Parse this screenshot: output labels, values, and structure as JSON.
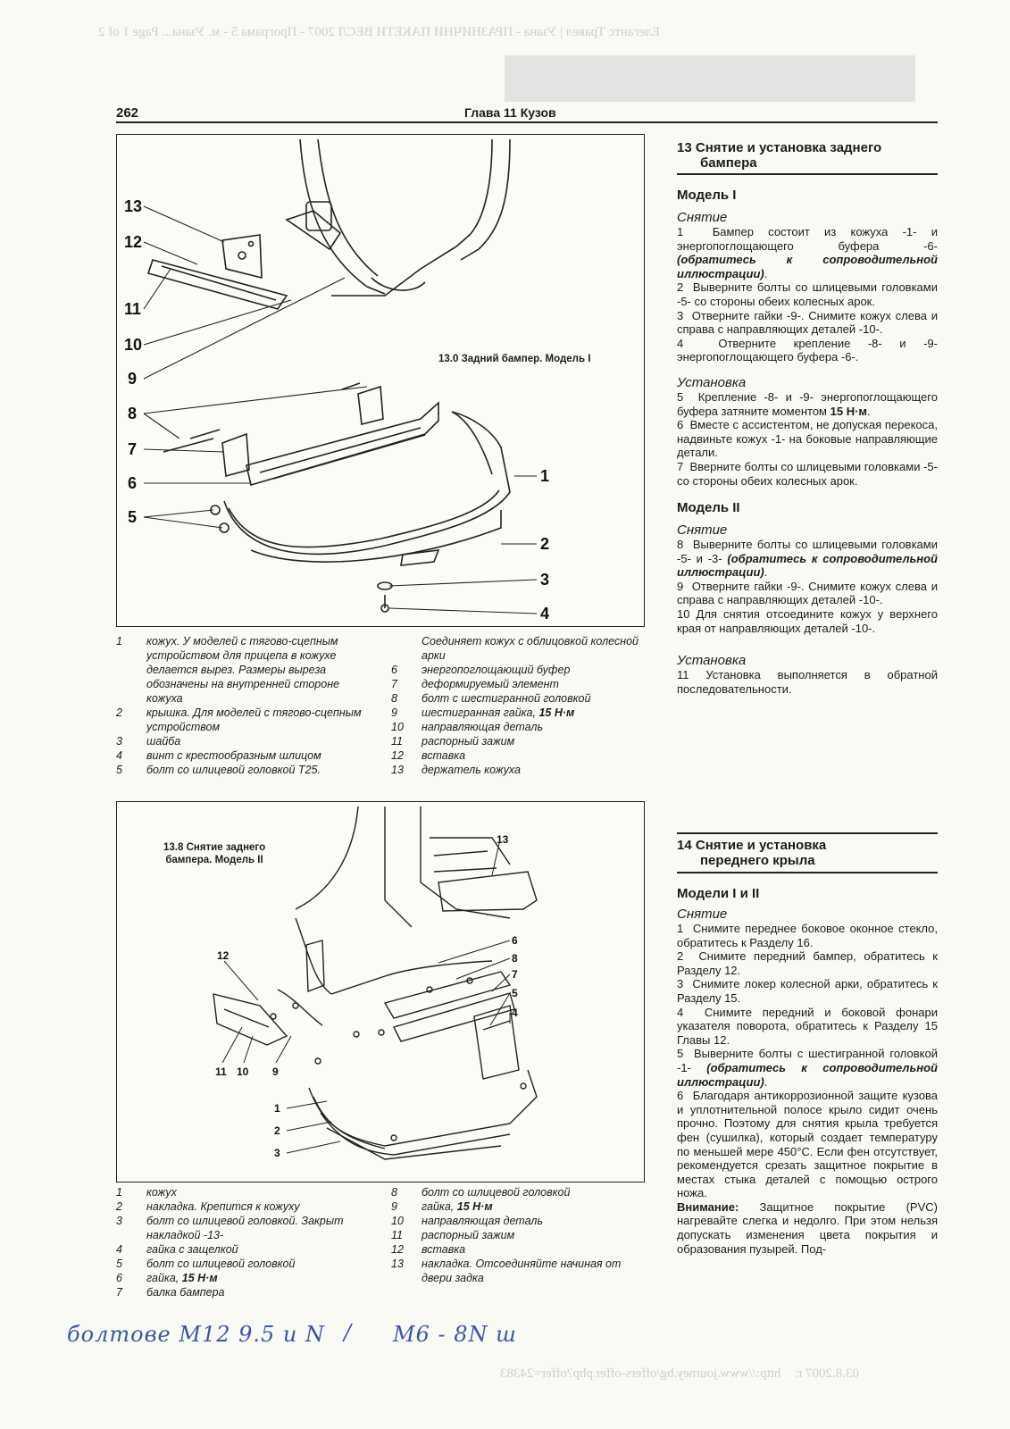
{
  "bleed": {
    "top_line": "Елегантс Травел | Узана - ПРАЗНИЧНИ ПАКЕТИ ВЕСЛ 2007 - Програма 5 - м. Узана... Page 1 of 2",
    "bottom_url": "http://www.journey.bg/offers-offer.php?offer=24383",
    "bottom_date": "03.8.2007 г."
  },
  "header": {
    "page_number": "262",
    "chapter": "Глава 11 Кузов"
  },
  "figure1": {
    "caption": "13.0 Задний бампер. Модель I",
    "callouts": [
      "13",
      "12",
      "11",
      "10",
      "9",
      "8",
      "7",
      "6",
      "5",
      "1",
      "2",
      "3",
      "4"
    ],
    "legend_left": [
      {
        "n": "1",
        "text": "кожух. У моделей с тягово-сцепным устройством для прицепа в кожухе делается вырез. Размеры выреза обозначены на внутренней стороне кожуха"
      },
      {
        "n": "2",
        "text": "крышка. Для моделей с тягово-сцепным устройством"
      },
      {
        "n": "3",
        "text": "шайба"
      },
      {
        "n": "4",
        "text": "винт с крестообразным шлицом"
      },
      {
        "n": "5",
        "text": "болт со шлицевой головкой T25."
      }
    ],
    "legend_right": [
      {
        "n": "",
        "text": "Соединяет кожух с облицовкой колесной арки"
      },
      {
        "n": "6",
        "text": "энергопоглощающий буфер"
      },
      {
        "n": "7",
        "text": "деформируемый элемент"
      },
      {
        "n": "8",
        "text": "болт с шестигранной головкой"
      },
      {
        "n": "9",
        "text": "шестигранная гайка,",
        "torque": "15 Н·м"
      },
      {
        "n": "10",
        "text": "направляющая деталь"
      },
      {
        "n": "11",
        "text": "распорный зажим"
      },
      {
        "n": "12",
        "text": "вставка"
      },
      {
        "n": "13",
        "text": "держатель кожуха"
      }
    ]
  },
  "figure2": {
    "caption_line1": "13.8 Снятие заднего",
    "caption_line2": "бампера. Модель II",
    "callouts": [
      "12",
      "11",
      "10",
      "9",
      "1",
      "2",
      "3",
      "13",
      "6",
      "8",
      "7",
      "5",
      "4"
    ],
    "legend_left": [
      {
        "n": "1",
        "text": "кожух"
      },
      {
        "n": "2",
        "text": "накладка. Крепится к кожуху"
      },
      {
        "n": "3",
        "text": "болт со шлицевой головкой. Закрыт накладкой -13-"
      },
      {
        "n": "4",
        "text": "гайка с защелкой"
      },
      {
        "n": "5",
        "text": "болт со шлицевой головкой"
      },
      {
        "n": "6",
        "text": "гайка,",
        "torque": "15 Н·м"
      },
      {
        "n": "7",
        "text": "балка бампера"
      }
    ],
    "legend_right": [
      {
        "n": "8",
        "text": "болт со шлицевой головкой"
      },
      {
        "n": "9",
        "text": "гайка,",
        "torque": "15 Н·м"
      },
      {
        "n": "10",
        "text": "направляющая деталь"
      },
      {
        "n": "11",
        "text": "распорный зажим"
      },
      {
        "n": "12",
        "text": "вставка"
      },
      {
        "n": "13",
        "text": "накладка. Отсоединяйте начиная от двери задка"
      }
    ]
  },
  "right_column": {
    "section13": {
      "number": "13",
      "title_line1": "Снятие и установка заднего",
      "title_line2": "бампера",
      "model1": {
        "heading": "Модель I",
        "removal_heading": "Снятие",
        "removal": [
          {
            "n": "1",
            "text": "Бампер состоит из кожуха -1- и энергопоглощающего буфера -6-",
            "emph": "(обратитесь к сопроводительной иллюстрации)",
            "tail": "."
          },
          {
            "n": "2",
            "text": "Выверните болты со шлицевыми головками -5- со стороны обеих колесных арок."
          },
          {
            "n": "3",
            "text": "Отверните гайки -9-. Снимите кожух слева и справа с направляющих деталей -10-."
          },
          {
            "n": "4",
            "text": "Отверните крепление -8- и -9- энергопоглощающего буфера -6-."
          }
        ],
        "install_heading": "Установка",
        "install": [
          {
            "n": "5",
            "text": "Крепление -8- и -9- энергопоглощающего буфера затяните моментом",
            "emph": "15 Н·м",
            "tail": "."
          },
          {
            "n": "6",
            "text": "Вместе с ассистентом, не допуская перекоса, надвиньте кожух -1- на боковые направляющие детали."
          },
          {
            "n": "7",
            "text": "Вверните болты со шлицевыми головками -5- со стороны обеих колесных арок."
          }
        ]
      },
      "model2": {
        "heading": "Модель II",
        "removal_heading": "Снятие",
        "removal": [
          {
            "n": "8",
            "text": "Выверните болты со шлицевыми головками -5- и -3-",
            "emph": "(обратитесь к сопроводительной иллюстрации)",
            "tail": "."
          },
          {
            "n": "9",
            "text": "Отверните гайки -9-. Снимите кожух слева и справа с направляющих деталей -10-."
          },
          {
            "n": "10",
            "text": "Для снятия отсоедините кожух у верхнего края от направляющих деталей -10-."
          }
        ],
        "install_heading": "Установка",
        "install": [
          {
            "n": "11",
            "text": "Установка выполняется в обратной последовательности."
          }
        ]
      }
    },
    "section14": {
      "number": "14",
      "title_line1": "Снятие и установка",
      "title_line2": "переднего крыла",
      "models_heading": "Модели I и II",
      "removal_heading": "Снятие",
      "steps": [
        {
          "n": "1",
          "text": "Снимите переднее боковое оконное стекло, обратитесь к Разделу 16."
        },
        {
          "n": "2",
          "text": "Снимите передний бампер, обратитесь к Разделу 12."
        },
        {
          "n": "3",
          "text": "Снимите локер колесной арки, обратитесь к Разделу 15."
        },
        {
          "n": "4",
          "text": "Снимите передний и боковой фонари указателя поворота, обратитесь к Разделу 15 Главы 12."
        },
        {
          "n": "5",
          "text": "Выверните болты с шестигранной головкой -1-",
          "emph": "(обратитесь к сопроводительной иллюстрации)",
          "tail": "."
        },
        {
          "n": "6",
          "text": "Благодаря антикоррозионной защите кузова и уплотнительной полосе крыло сидит очень прочно. Поэтому для снятия крыла требуется фен (сушилка), который создает температуру по меньшей мере 450°C. Если фен отсутствует, рекомендуется срезать защитное покрытие в местах стыка деталей с помощью острого ножа."
        }
      ],
      "warning_label": "Внимание:",
      "warning_text": "Защитное покрытие (PVC) нагревайте слегка и недолго. При этом нельзя допускать изменения цвета покрытия и образования пузырей. Под-"
    }
  },
  "handwriting": {
    "left": "болтове M12 9.5 и N",
    "sep": "/",
    "right": "M6 - 8N ш"
  }
}
